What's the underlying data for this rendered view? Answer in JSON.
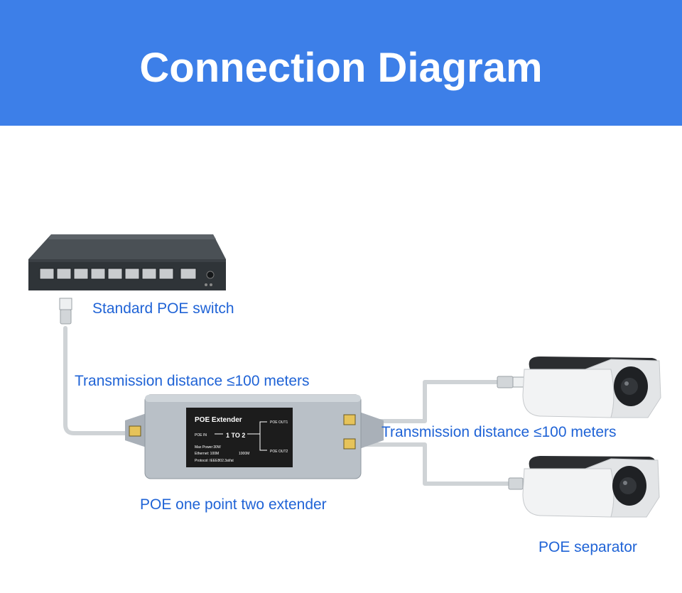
{
  "header": {
    "title": "Connection Diagram"
  },
  "labels": {
    "switch": "Standard POE switch",
    "distance_in": "Transmission distance ≤100 meters",
    "distance_out": "Transmission distance ≤100 meters",
    "extender": "POE one point two extender",
    "separator": "POE separator"
  },
  "extender_panel": {
    "title": "POE Extender",
    "poe_in": "POE IN",
    "ratio": "1 TO 2",
    "out1": "POE OUT1",
    "out2": "POE OUT2",
    "max_power": "Max Power:30W",
    "ethernet": "Ethernet: 100M",
    "ethernet_alt": "1000M",
    "protocol": "Protocol: IEEE802.3af/at"
  },
  "colors": {
    "banner": "#3d7fe8",
    "label_text": "#1f63d6",
    "cable": "#cfd3d6"
  }
}
